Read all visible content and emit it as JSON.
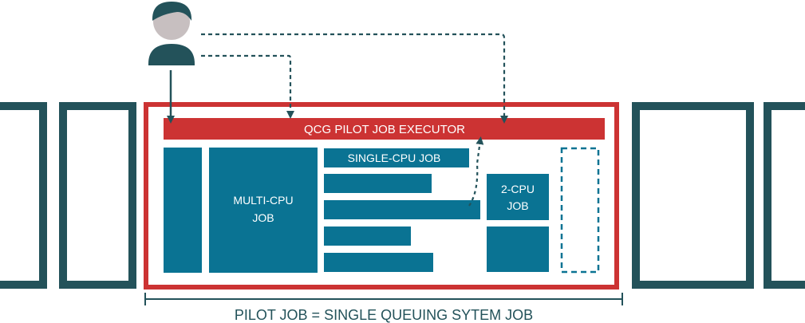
{
  "colors": {
    "red": "#cc3333",
    "teal": "#0a7393",
    "dark_slate": "#23525a",
    "avatar_face": "#c7bfc0",
    "white": "#ffffff"
  },
  "icons": {
    "user": "user-icon"
  },
  "labels": {
    "executor": "QCG PILOT JOB EXECUTOR",
    "single_cpu": "SINGLE-CPU JOB",
    "multi_cpu_line1": "MULTI-CPU",
    "multi_cpu_line2": "JOB",
    "two_cpu_line1": "2-CPU",
    "two_cpu_line2": "JOB",
    "caption": "PILOT JOB = SINGLE QUEUING SYTEM JOB"
  }
}
